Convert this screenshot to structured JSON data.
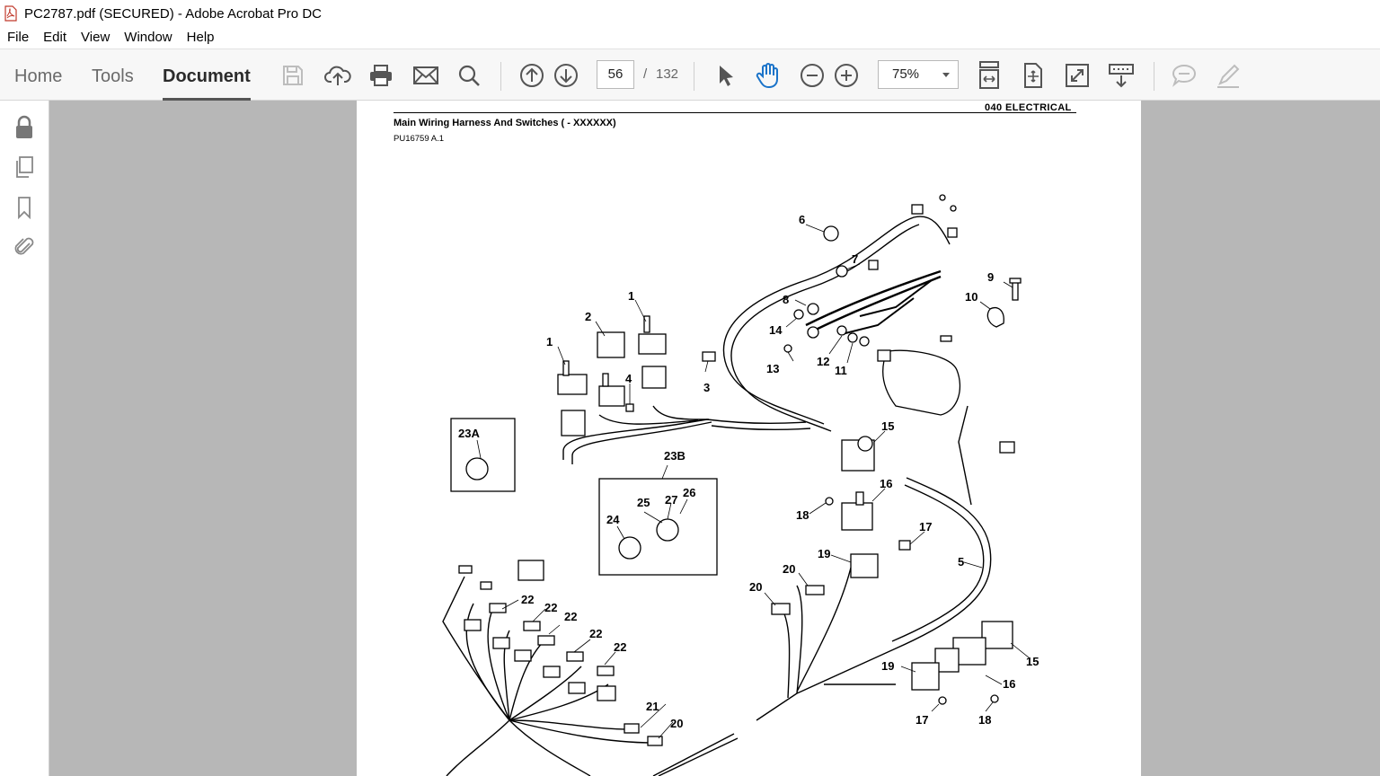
{
  "window": {
    "title": "PC2787.pdf (SECURED) - Adobe Acrobat Pro DC"
  },
  "menu": [
    "File",
    "Edit",
    "View",
    "Window",
    "Help"
  ],
  "tabs": {
    "home": "Home",
    "tools": "Tools",
    "document": "Document"
  },
  "navigation": {
    "current_page": "56",
    "separator": "/",
    "total_pages": "132"
  },
  "zoom": {
    "value": "75%"
  },
  "document": {
    "section_header": "040  ELECTRICAL",
    "title": "Main Wiring Harness And Switches ( - XXXXXX)",
    "code": "PU16759 A.1",
    "callouts": [
      "1",
      "1",
      "2",
      "3",
      "4",
      "5",
      "6",
      "7",
      "8",
      "9",
      "10",
      "11",
      "12",
      "13",
      "14",
      "15",
      "15",
      "16",
      "16",
      "17",
      "17",
      "18",
      "18",
      "19",
      "19",
      "20",
      "20",
      "20",
      "21",
      "22",
      "22",
      "22",
      "22",
      "22",
      "23A",
      "23B",
      "24",
      "25",
      "26",
      "27"
    ]
  },
  "icons": {
    "toolbar": [
      "save-icon",
      "cloud-upload-icon",
      "print-icon",
      "email-icon",
      "search-icon",
      "previous-page-icon",
      "next-page-icon",
      "select-cursor-icon",
      "hand-tool-icon",
      "zoom-out-icon",
      "zoom-in-icon",
      "scroll-mode-icon",
      "fit-page-icon",
      "full-screen-icon",
      "read-mode-icon",
      "comment-icon",
      "sign-icon"
    ],
    "left_panel": [
      "lock-icon",
      "pages-icon",
      "bookmark-icon",
      "attachment-icon"
    ]
  }
}
